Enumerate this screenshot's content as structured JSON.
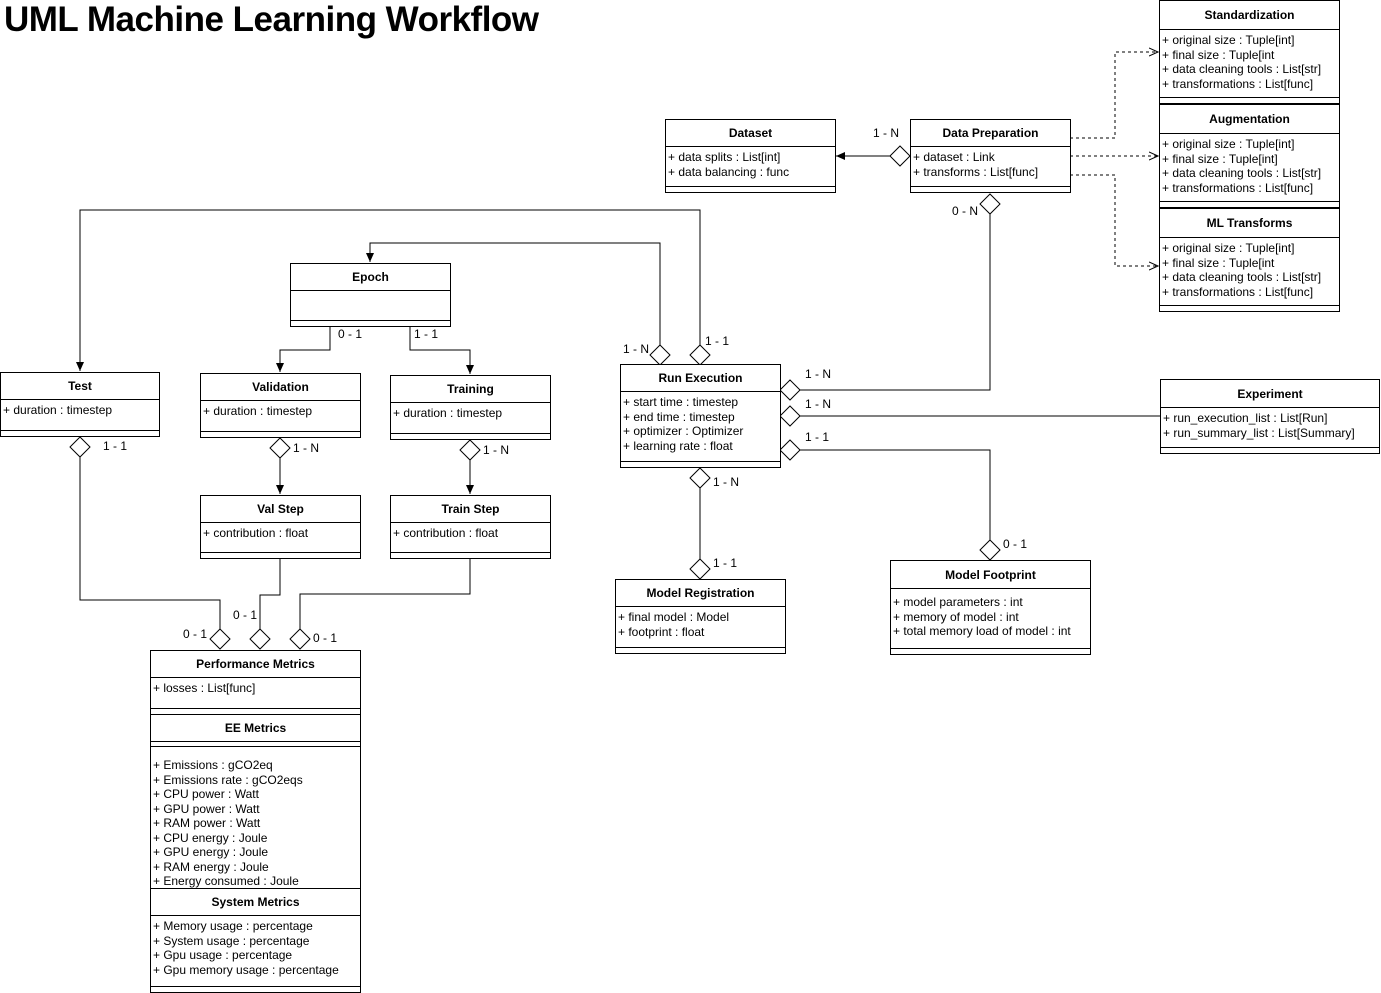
{
  "title": "UML Machine Learning Workflow",
  "classes": {
    "standardization": {
      "name": "Standardization",
      "attributes": [
        "+ original size : Tuple[int]",
        "+ final size : Tuple[int",
        "+ data cleaning tools : List[str]",
        "+ transformations : List[func]"
      ]
    },
    "augmentation": {
      "name": "Augmentation",
      "attributes": [
        "+ original size : Tuple[int]",
        "+ final size : Tuple[int]",
        "+ data cleaning tools : List[str]",
        "+ transformations : List[func]"
      ]
    },
    "ml_transforms": {
      "name": "ML Transforms",
      "attributes": [
        "+ original size : Tuple[int]",
        "+ final size : Tuple[int",
        "+ data cleaning tools : List[str]",
        "+ transformations : List[func]"
      ]
    },
    "dataset": {
      "name": "Dataset",
      "attributes": [
        "+ data splits : List[int]",
        "+ data balancing : func"
      ]
    },
    "data_preparation": {
      "name": "Data Preparation",
      "attributes": [
        "+ dataset : Link",
        "+ transforms : List[func]"
      ]
    },
    "epoch": {
      "name": "Epoch",
      "attributes": []
    },
    "test": {
      "name": "Test",
      "attributes": [
        "+ duration : timestep"
      ]
    },
    "validation": {
      "name": "Validation",
      "attributes": [
        "+ duration : timestep"
      ]
    },
    "training": {
      "name": "Training",
      "attributes": [
        "+ duration : timestep"
      ]
    },
    "run_execution": {
      "name": "Run Execution",
      "attributes": [
        "+ start time : timestep",
        "+ end time : timestep",
        "+ optimizer : Optimizer",
        "+ learning rate : float"
      ]
    },
    "experiment": {
      "name": "Experiment",
      "attributes": [
        "+ run_execution_list : List[Run]",
        "+ run_summary_list : List[Summary]"
      ]
    },
    "val_step": {
      "name": "Val Step",
      "attributes": [
        "+ contribution : float"
      ]
    },
    "train_step": {
      "name": "Train Step",
      "attributes": [
        "+ contribution : float"
      ]
    },
    "model_registration": {
      "name": "Model Registration",
      "attributes": [
        "+ final model : Model",
        "+ footprint : float"
      ]
    },
    "model_footprint": {
      "name": "Model Footprint",
      "attributes": [
        "+ model parameters : int",
        "+ memory of model : int",
        "+ total memory load of model : int"
      ]
    },
    "performance_metrics": {
      "name": "Performance Metrics",
      "attributes": [
        "+ losses : List[func]"
      ]
    },
    "ee_metrics": {
      "name": "EE Metrics",
      "attributes": [
        "+ Emissions : gCO2eq",
        "+ Emissions rate : gCO2eqs",
        "+ CPU power : Watt",
        "+ GPU power : Watt",
        "+ RAM power : Watt",
        "+ CPU energy : Joule",
        "+ GPU energy : Joule",
        "+ RAM energy : Joule",
        "+ Energy consumed : Joule"
      ]
    },
    "system_metrics": {
      "name": "System Metrics",
      "attributes": [
        "+ Memory usage : percentage",
        "+ System usage : percentage",
        "+ Gpu usage : percentage",
        "+ Gpu memory usage : percentage"
      ]
    }
  },
  "multiplicities": {
    "dataprep_dataset": "1 - N",
    "dataprep_run": "0 - N",
    "epoch_validation": "0 - 1",
    "epoch_training": "1 - 1",
    "run_epoch": "1 - N",
    "run_test": "1 - 1",
    "run_dataprep": "1 - N",
    "run_experiment": "1 - N",
    "run_footprint": "1 - 1",
    "footprint_run": "0 - 1",
    "run_registration": "1 - N",
    "registration_run": "1 - 1",
    "test_metrics": "1 - 1",
    "validation_valstep": "1 - N",
    "training_trainstep": "1 - N",
    "metrics_test": "0 - 1",
    "metrics_val": "0 - 1",
    "metrics_train": "0 - 1"
  }
}
